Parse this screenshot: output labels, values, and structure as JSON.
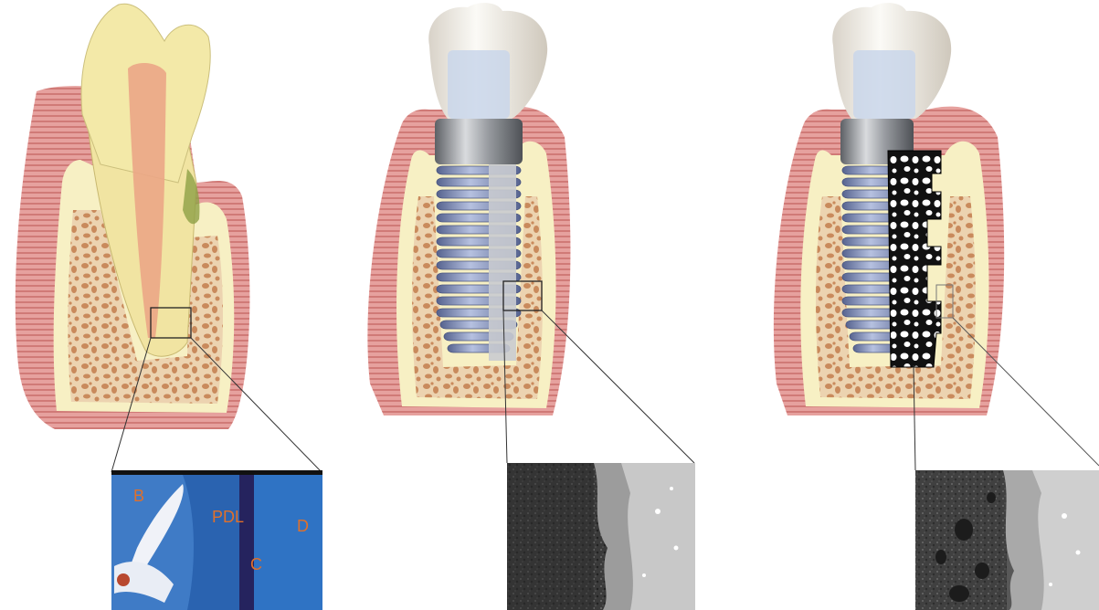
{
  "histology_labels": {
    "bone": "B",
    "pdl": "PDL",
    "dentin": "D",
    "cementum": "C"
  },
  "colors": {
    "gingiva": "#e8a3a0",
    "gingiva_dark": "#c9706d",
    "cortical_bone": "#f7f0c4",
    "trabecular_bone": "#e9cba5",
    "trabecula": "#c98a5c",
    "enamel": "#f3e9a8",
    "pulp": "#eba686",
    "crown": "#f4f1ec",
    "implant_thread": "#8e9ec6",
    "abutment": "#9b9ea3",
    "label": "#e0702a",
    "histology_blue": "#2a63b0"
  }
}
